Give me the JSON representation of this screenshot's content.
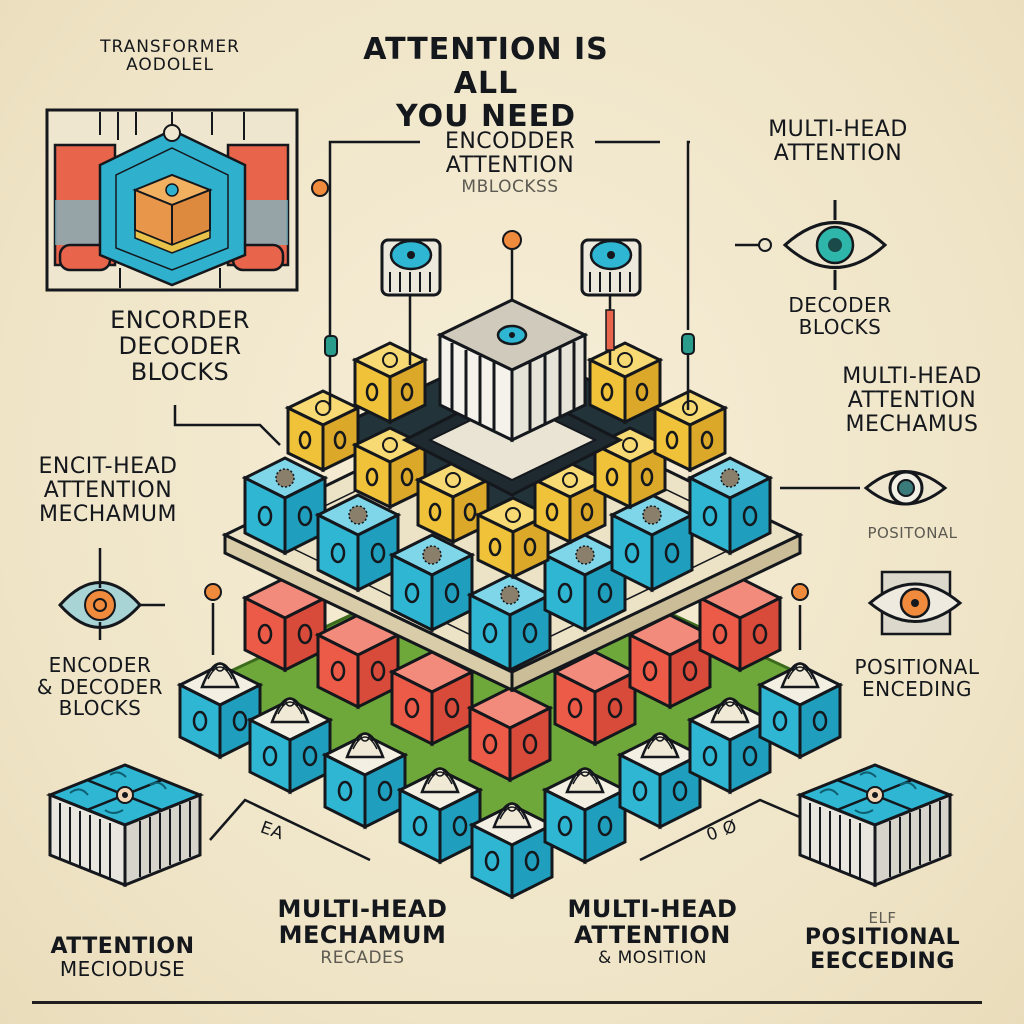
{
  "header": {
    "title_lines": [
      "ATTENTION IS ALL",
      "YOU NEED"
    ],
    "corner_label_lines": [
      "TRANSFORMER",
      "AODOLEL"
    ]
  },
  "labels": {
    "top_center": {
      "lines": [
        "ENCODDER",
        "ATTENTION"
      ],
      "sub": "MBLOCKSS"
    },
    "top_right": {
      "lines": [
        "MULTI-HEAD",
        "ATTENTION"
      ]
    },
    "right_decoder": {
      "lines": [
        "DECODER",
        "BLOCKS"
      ]
    },
    "right_mechanism": {
      "lines": [
        "MULTI-HEAD",
        "ATTENTION",
        "MECHAMUS"
      ]
    },
    "right_positional_small": {
      "text": "POSITONAL"
    },
    "right_positional": {
      "lines": [
        "POSITIONAL",
        "ENCEDING"
      ]
    },
    "left_encoder_decoder": {
      "lines": [
        "ENCORDER",
        "DECODER",
        "BLOCKS"
      ]
    },
    "left_mechanism": {
      "lines": [
        "ENCIT-HEAD",
        "ATTENTION",
        "MECHAMUM"
      ]
    },
    "left_blocks": {
      "lines": [
        "ENCODER",
        "& DECODER",
        "BLOCKS"
      ]
    },
    "bottom_1": {
      "lines": [
        "ATTENTION"
      ],
      "sub": "MECIODUSE"
    },
    "bottom_2": {
      "lines": [
        "MULTI-HEAD",
        "MECHAMUM"
      ],
      "sub": "RECADES"
    },
    "bottom_3": {
      "lines": [
        "MULTI-HEAD",
        "ATTENTION"
      ],
      "sub": "& MOSITION"
    },
    "bottom_4": {
      "pre": "ELF",
      "lines": [
        "POSITIONAL",
        "EECCEDING"
      ]
    },
    "scribble_left": "ea",
    "scribble_right": "0 Ø"
  },
  "icons": {
    "eye_top_right": "eye-icon",
    "eye_right_mid": "eye-icon",
    "eye_right_low": "eye-icon",
    "eye_left": "eye-icon",
    "chip_bottom_left": "chip-block-icon",
    "chip_bottom_right": "chip-block-icon",
    "transformer_box": "transformer-model-icon",
    "central_pyramid": "cube-pyramid-illustration"
  },
  "colors": {
    "background": "#f1e8cf",
    "cyan": "#2fb6d3",
    "cyan_dark": "#1f8fab",
    "yellow": "#f0c23a",
    "yellow_dark": "#c89a1e",
    "red": "#ec5a48",
    "red_dark": "#c23e2f",
    "green": "#6fa83a",
    "ink": "#14171c",
    "orange": "#f08a3c",
    "platform": "#ece2c6"
  }
}
